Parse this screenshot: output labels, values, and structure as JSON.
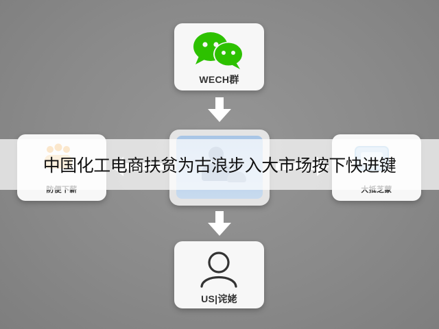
{
  "cards": {
    "top_label": "WECH群",
    "left_label": "防便下薪",
    "right_label": "大抵芝蒙",
    "bottom_label": "US|诧姥"
  },
  "banner": {
    "text": "中国化工电商扶贫为古浪步入大市场按下快进键"
  },
  "colors": {
    "wechat_green": "#2dc100",
    "arrow_white": "#ffffff",
    "center_blue": "#a8c5e6",
    "card_bg": "#f7f7f7",
    "background_gray": "#888888"
  },
  "icons": {
    "top": "wechat-icon",
    "left": "people-group-icon",
    "right": "window-icon",
    "center": "people-icon",
    "bottom": "user-icon"
  }
}
